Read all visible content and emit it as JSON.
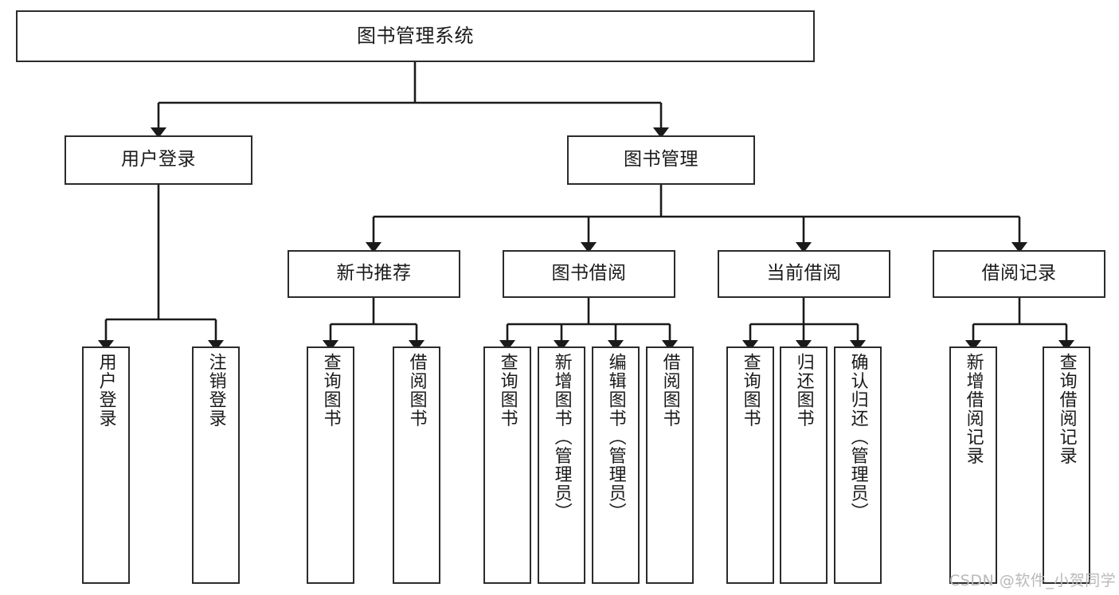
{
  "diagram": {
    "type": "tree-hierarchy",
    "title": "图书管理系统",
    "orientation": "top-down",
    "colors": {
      "box_border": "#2b2b2b",
      "box_fill": "#ffffff",
      "edge": "#1a1a1a",
      "text": "#1a1a1a",
      "watermark": "#b9b9b9",
      "background": "#ffffff"
    },
    "nodes": {
      "root": {
        "label": "图书管理系统"
      },
      "level2": [
        {
          "id": "user-login",
          "label": "用户登录"
        },
        {
          "id": "book-manage",
          "label": "图书管理"
        }
      ],
      "level3": [
        {
          "id": "new-book-recommend",
          "label": "新书推荐"
        },
        {
          "id": "book-borrow",
          "label": "图书借阅"
        },
        {
          "id": "current-borrow",
          "label": "当前借阅"
        },
        {
          "id": "borrow-record",
          "label": "借阅记录"
        }
      ],
      "leaves": [
        {
          "id": "leaf-user-login",
          "label": "用户登录",
          "parent": "user-login"
        },
        {
          "id": "leaf-user-logout",
          "label": "注销登录",
          "parent": "user-login"
        },
        {
          "id": "leaf-query-book-1",
          "label": "查询图书",
          "parent": "new-book-recommend"
        },
        {
          "id": "leaf-borrow-book-1",
          "label": "借阅图书",
          "parent": "new-book-recommend"
        },
        {
          "id": "leaf-query-book-2",
          "label": "查询图书",
          "parent": "book-borrow"
        },
        {
          "id": "leaf-add-book",
          "label": "新增图书（管理员）",
          "parent": "book-borrow"
        },
        {
          "id": "leaf-edit-book",
          "label": "编辑图书（管理员）",
          "parent": "book-borrow"
        },
        {
          "id": "leaf-borrow-book-2",
          "label": "借阅图书",
          "parent": "book-borrow"
        },
        {
          "id": "leaf-query-book-3",
          "label": "查询图书",
          "parent": "current-borrow"
        },
        {
          "id": "leaf-return-book",
          "label": "归还图书",
          "parent": "current-borrow"
        },
        {
          "id": "leaf-confirm-return",
          "label": "确认归还（管理员）",
          "parent": "current-borrow"
        },
        {
          "id": "leaf-add-record",
          "label": "新增借阅记录",
          "parent": "borrow-record"
        },
        {
          "id": "leaf-query-record",
          "label": "查询借阅记录",
          "parent": "borrow-record"
        }
      ]
    }
  },
  "watermark": {
    "text": "CSDN @软件_小贺同学"
  }
}
